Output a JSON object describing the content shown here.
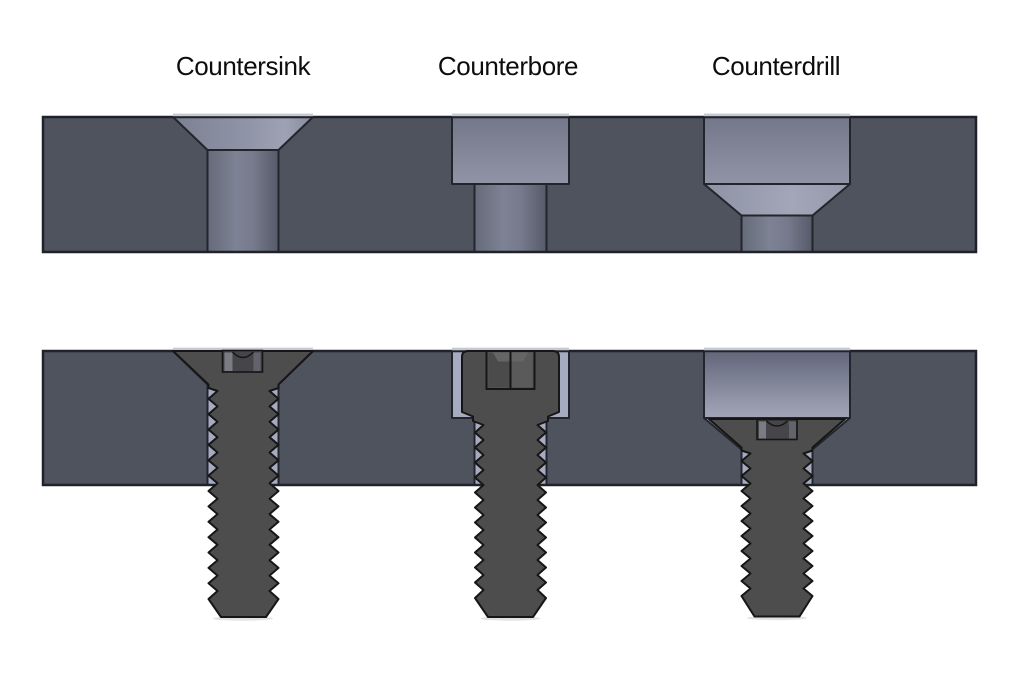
{
  "figure": {
    "labels": [
      {
        "id": "countersink",
        "text": "Countersink"
      },
      {
        "id": "counterbore",
        "text": "Counterbore"
      },
      {
        "id": "counterdrill",
        "text": "Counterdrill"
      }
    ]
  },
  "colors": {
    "background": "#ffffff",
    "label_text": "#0d0d0d",
    "plate_fill": "#4f535e",
    "plate_outline": "#1f2228",
    "hole_outline": "#23252c",
    "hole_cylinder_shades": [
      "#666b7a",
      "#7d8294",
      "#757a8c",
      "#565a69"
    ],
    "countersink_cone_shades": [
      "#7b8093",
      "#9195a8",
      "#9ea2b4",
      "#868a9d"
    ],
    "bore_shades": [
      "#737789",
      "#9094a6"
    ],
    "empty_bore_shades": [
      "#62667a",
      "#9ca0b2",
      "#a0a4b6"
    ],
    "drill_cone_shades": [
      "#8d92a5",
      "#a2a6b8",
      "#9599ac"
    ],
    "clearance_fill": "#a6abc1",
    "screw_fill": "#4d4d4d",
    "screw_outline": "#161616",
    "socket_dark": "#45454a",
    "socket_light_wall": "#7b7b84",
    "socket_shadow_wall": "#63636b",
    "socket_cb_base": "#525252",
    "socket_cb_left": "#4b4b4b",
    "socket_cb_right": "#5a5a5a",
    "socket_cb_top": "#656565",
    "surface_highlight": "#c6c9d2",
    "tip_shadow": "#e2e2e2"
  }
}
